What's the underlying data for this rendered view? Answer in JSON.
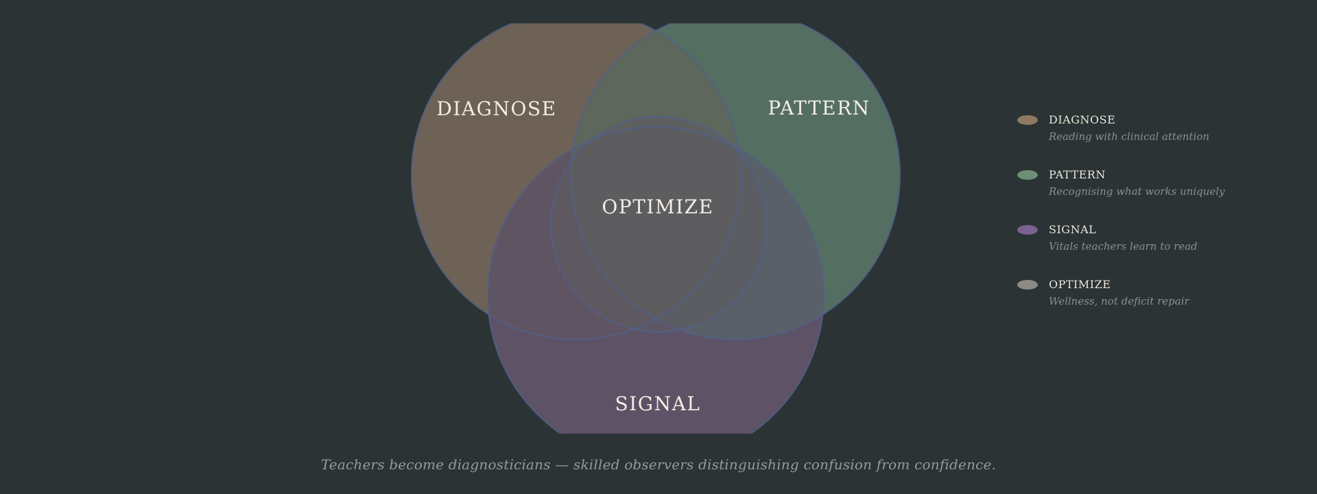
{
  "venn": {
    "sets": [
      {
        "id": "diagnose",
        "label": "DIAGNOSE",
        "description": "Reading with clinical attention",
        "color": "#8e7a60"
      },
      {
        "id": "pattern",
        "label": "PATTERN",
        "description": "Recognising what works uniquely",
        "color": "#6e8e76"
      },
      {
        "id": "signal",
        "label": "SIGNAL",
        "description": "Vitals teachers learn to read",
        "color": "#7b6191"
      },
      {
        "id": "optimize",
        "label": "OPTIMIZE",
        "description": "Wellness, not deficit repair",
        "color": "#8b8b84"
      }
    ],
    "region_colors": {
      "background": "#2b3334",
      "diagnose_only": "#6d6255",
      "pattern_only": "#546e62",
      "signal_only": "#5d5266",
      "diagnose_pattern": "#5d675c",
      "diagnose_signal": "#5f5462",
      "pattern_signal": "#5a6068",
      "triple_overlap": "#5e5f5f",
      "optimize_overlay": "#5d5c61",
      "outline": "#51608a"
    }
  },
  "caption": "Teachers become diagnosticians — skilled observers distinguishing confusion from confidence."
}
